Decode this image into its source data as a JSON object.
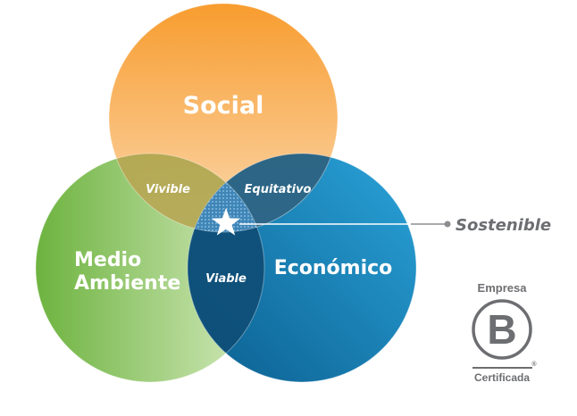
{
  "diagram": {
    "circles": {
      "social": {
        "label": "Social",
        "color_top": "#f7941d",
        "color_bottom": "#fbd5a8"
      },
      "medio_ambiente": {
        "label_line1": "Medio",
        "label_line2": "Ambiente",
        "color_left": "#6db33f",
        "color_right": "#d6ebc0"
      },
      "economico": {
        "label": "Económico",
        "color_dark": "#0b5e8f",
        "color_light": "#2aa3d9"
      }
    },
    "intersections": {
      "vivible": "Vivible",
      "equitativo": "Equitativo",
      "viable": "Viable"
    },
    "center": {
      "label": "Sostenible",
      "icon": "star-icon"
    }
  },
  "certification": {
    "top_text": "Empresa",
    "letter": "B",
    "registered": "®",
    "bottom_text": "Certificada",
    "color": "#6d6e71"
  }
}
